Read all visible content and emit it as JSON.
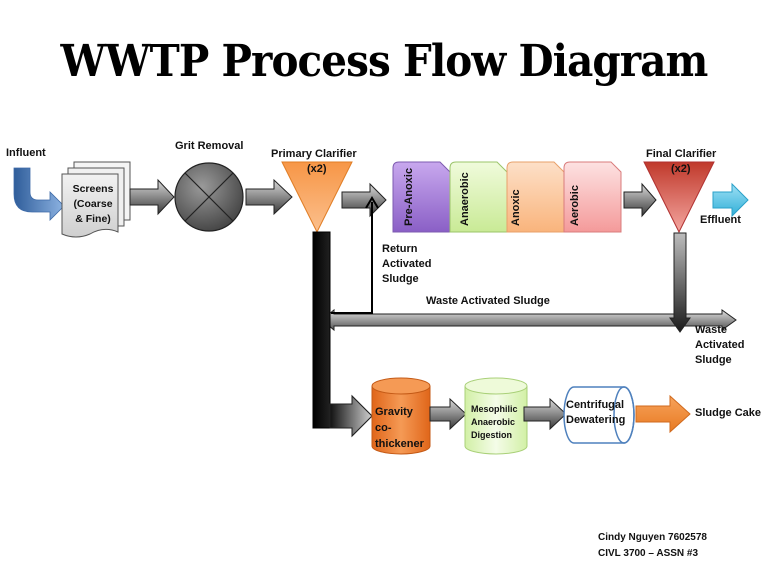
{
  "title": "WWTP Process Flow Diagram",
  "nodes": {
    "influent": "Influent",
    "screens": [
      "Screens",
      "(Coarse",
      "& Fine)"
    ],
    "grit_removal": "Grit Removal",
    "primary_clarifier": {
      "label": "Primary Clarifier",
      "count": "(x2)"
    },
    "basins": [
      {
        "label": "Pre-Anoxic",
        "color": "#9a6fd0"
      },
      {
        "label": "Anaerobic",
        "color": "#d6f0a8"
      },
      {
        "label": "Anoxic",
        "color": "#fbc59a"
      },
      {
        "label": "Aerobic",
        "color": "#f7a6a6"
      }
    ],
    "final_clarifier": {
      "label": "Final Clarifier",
      "count": "(x2)"
    },
    "effluent": "Effluent",
    "return_activated_sludge": [
      "Return",
      "Activated",
      "Sludge"
    ],
    "waste_activated_sludge_top": "Waste Activated Sludge",
    "waste_activated_sludge_right": [
      "Waste",
      "Activated",
      "Sludge"
    ],
    "gravity_cothickener": [
      "Gravity",
      "co-",
      "thickener"
    ],
    "digestion": [
      "Mesophilic",
      "Anaerobic",
      "Digestion"
    ],
    "dewatering": [
      "Centrifugal",
      "Dewatering"
    ],
    "sludge_cake": "Sludge Cake"
  },
  "colors": {
    "primary_clarifier": "#f7a04f",
    "final_clarifier": "#d94848",
    "influent_arrow": "#4f81bd",
    "effluent_arrow": "#4bc4e6",
    "gravity_thickener": "#f07f2c",
    "digester": "#e4f7c2",
    "dewatering_outline": "#4f81bd",
    "sludge_cake_arrow": "#f0872e"
  },
  "footer": {
    "line1": "Cindy Nguyen 7602578",
    "line2": "CIVL 3700 – ASSN #3"
  }
}
